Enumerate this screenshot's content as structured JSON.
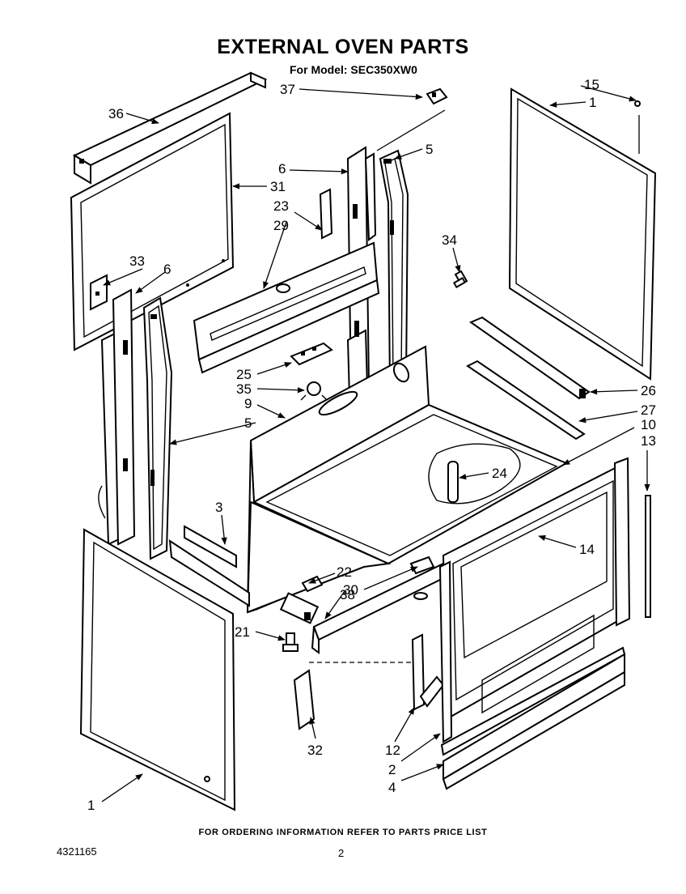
{
  "title": "EXTERNAL OVEN PARTS",
  "subtitle": "For Model: SEC350XW0",
  "footer_note": "FOR ORDERING INFORMATION REFER TO PARTS PRICE LIST",
  "document_number": "4321165",
  "page_number": "2",
  "callouts": {
    "c1a": "1",
    "c1b": "1",
    "c2": "2",
    "c3": "3",
    "c4": "4",
    "c5a": "5",
    "c5b": "5",
    "c6a": "6",
    "c6b": "6",
    "c9": "9",
    "c10": "10",
    "c12": "12",
    "c13": "13",
    "c14": "14",
    "c15": "15",
    "c21": "21",
    "c22": "22",
    "c23": "23",
    "c24": "24",
    "c25": "25",
    "c26": "26",
    "c27": "27",
    "c29": "29",
    "c30": "30",
    "c31": "31",
    "c32": "32",
    "c33": "33",
    "c34": "34",
    "c35": "35",
    "c36": "36",
    "c37": "37",
    "c38": "38"
  }
}
